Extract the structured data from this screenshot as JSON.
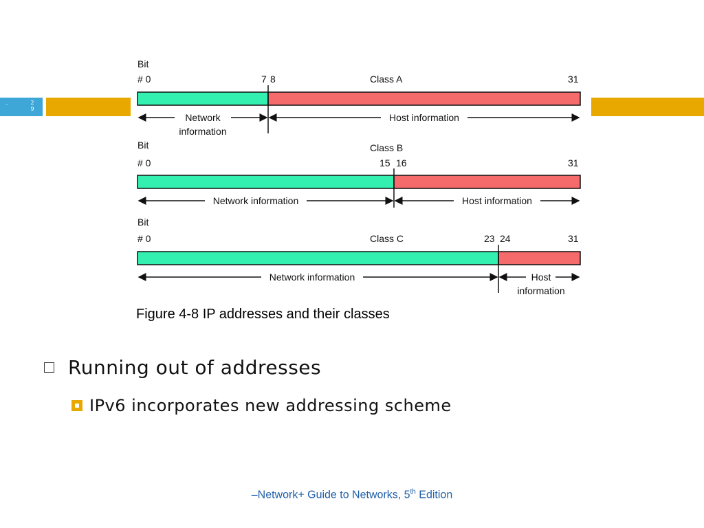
{
  "slide": {
    "number": "29",
    "number_line1": "2",
    "number_line2": "9",
    "dash": "–"
  },
  "figure": {
    "rows": [
      {
        "bit_label": "Bit",
        "start_label": "# 0",
        "split_label_left": "7",
        "split_label_right": "8",
        "class_label": "Class A",
        "end_label": "31",
        "network_label_line1": "Network",
        "network_label_line2": "information",
        "host_label": "Host information"
      },
      {
        "bit_label": "Bit",
        "start_label": "# 0",
        "split_label_left": "15",
        "split_label_right": "16",
        "class_label": "Class B",
        "end_label": "31",
        "network_label": "Network information",
        "host_label": "Host information"
      },
      {
        "bit_label": "Bit",
        "start_label": "# 0",
        "split_label_left": "23",
        "split_label_right": "24",
        "class_label": "Class C",
        "end_label": "31",
        "network_label": "Network information",
        "host_label_line1": "Host",
        "host_label_line2": "information"
      }
    ],
    "colors": {
      "network": "#33f0b0",
      "host": "#f56a6a"
    }
  },
  "caption": "Figure 4-8 IP addresses and their classes",
  "bullets": {
    "level1": "Running out of addresses",
    "level2": "IPv6 incorporates new addressing scheme"
  },
  "footer": {
    "prefix": "–Network+ Guide to Networks, 5",
    "sup": "th",
    "suffix": " Edition"
  }
}
